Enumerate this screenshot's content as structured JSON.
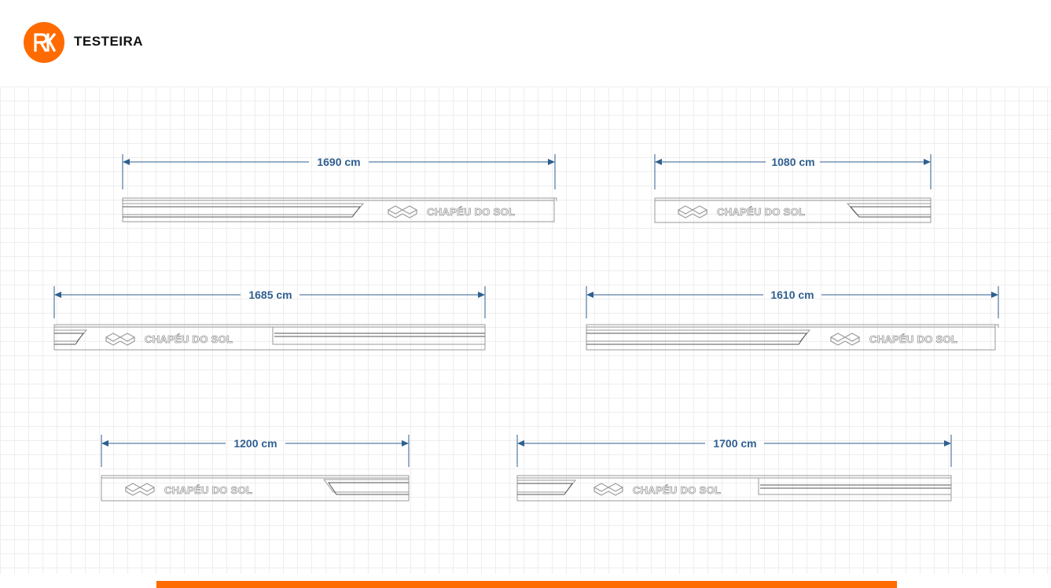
{
  "header": {
    "title": "TESTEIRA",
    "logo_icon": "company-logo-icon",
    "accent_color": "#FF6B00"
  },
  "colors": {
    "dimension_line": "#2F5F8F",
    "panel_outline": "#9a9a9a"
  },
  "panels": [
    {
      "dimension": "1690 cm",
      "brand": "CHAPÉU DO SOL",
      "logo_side": "right",
      "stripes": "left"
    },
    {
      "dimension": "1080 cm",
      "brand": "CHAPÉU DO SOL",
      "logo_side": "left",
      "stripes": "right"
    },
    {
      "dimension": "1685 cm",
      "brand": "CHAPÉU DO SOL",
      "logo_side": "left",
      "stripes": "left-and-right"
    },
    {
      "dimension": "1610 cm",
      "brand": "CHAPÉU DO SOL",
      "logo_side": "right",
      "stripes": "left"
    },
    {
      "dimension": "1200 cm",
      "brand": "CHAPÉU DO SOL",
      "logo_side": "left",
      "stripes": "right"
    },
    {
      "dimension": "1700 cm",
      "brand": "CHAPÉU DO SOL",
      "logo_side": "center",
      "stripes": "left-and-right"
    }
  ],
  "footer": {
    "bar_color": "#FF6B00"
  }
}
